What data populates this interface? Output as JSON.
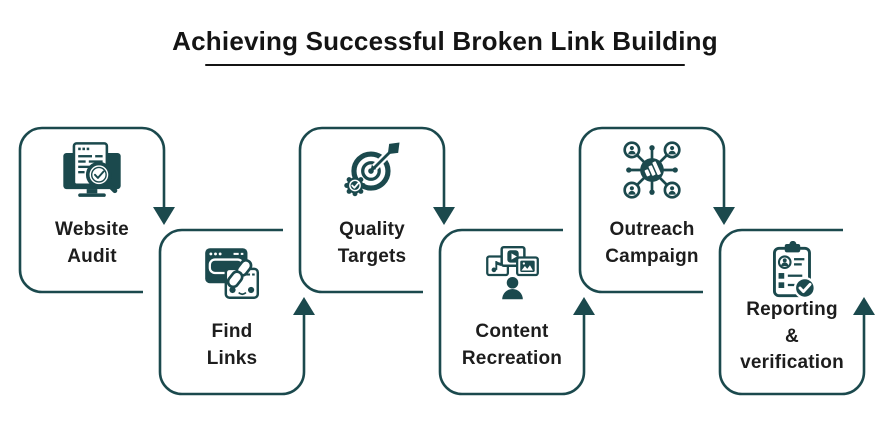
{
  "title": {
    "text": "Achieving Successful Broken Link Building"
  },
  "colors": {
    "accent": "#1b494d",
    "ink": "#1d1d1d",
    "title": "#141414"
  },
  "steps": [
    {
      "id": "website-audit",
      "label": "Website\nAudit",
      "icon": "monitor-document-magnifier-check-icon",
      "row": "top"
    },
    {
      "id": "find-links",
      "label": "Find\nLinks",
      "icon": "browser-chain-link-icon",
      "row": "bottom"
    },
    {
      "id": "quality-targets",
      "label": "Quality\nTargets",
      "icon": "target-dart-badge-icon",
      "row": "top"
    },
    {
      "id": "content-recreation",
      "label": "Content\nRecreation",
      "icon": "media-cards-person-icon",
      "row": "bottom"
    },
    {
      "id": "outreach-campaign",
      "label": "Outreach\nCampaign",
      "icon": "network-megaphone-icon",
      "row": "top"
    },
    {
      "id": "reporting-verification",
      "label": "Reporting\n&\nverification",
      "icon": "clipboard-check-icon",
      "row": "bottom"
    }
  ]
}
